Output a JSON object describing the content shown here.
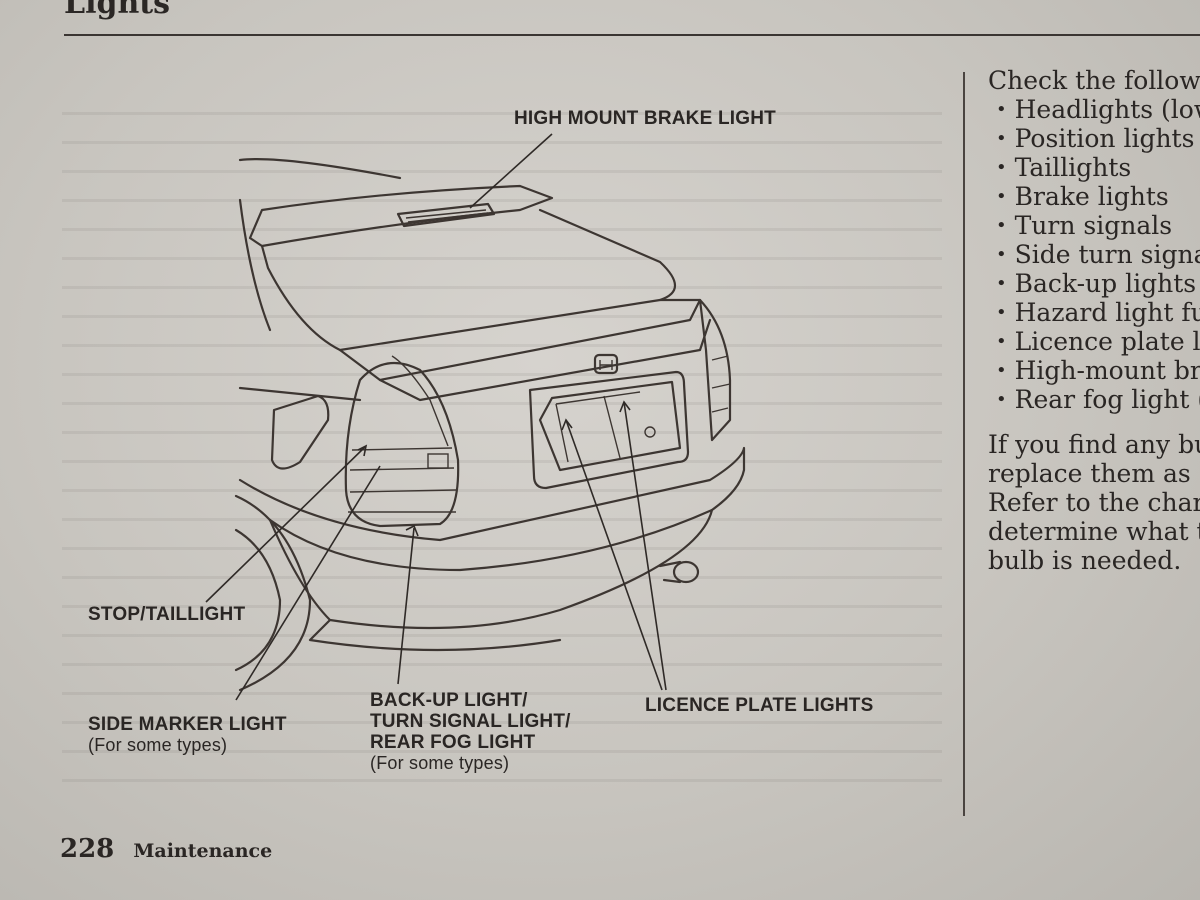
{
  "header": {
    "title": "Lights"
  },
  "callouts": {
    "high_mount": "HIGH MOUNT BRAKE LIGHT",
    "stop_tail": "STOP/TAILLIGHT",
    "side_marker": "SIDE MARKER LIGHT",
    "side_marker_note": "(For some types)",
    "backup_line1": "BACK-UP LIGHT/",
    "backup_line2": "TURN SIGNAL LIGHT/",
    "backup_line3": "REAR FOG LIGHT",
    "backup_note": "(For some types)",
    "licence": "LICENCE PLATE LIGHTS"
  },
  "right_column": {
    "intro": "Check the followi",
    "items": [
      "Headlights (low",
      "Position lights",
      "Taillights",
      "Brake lights",
      "Turn signals",
      "Side turn signal",
      "Back-up lights",
      "Hazard light fu",
      "Licence plate li",
      "High-mount bra",
      "Rear fog light ("
    ],
    "para_lines": [
      "If you find any bu",
      "replace them as s",
      "Refer to the chart",
      "determine what t",
      "bulb is needed."
    ]
  },
  "footer": {
    "page_number": "228",
    "section": "Maintenance"
  }
}
